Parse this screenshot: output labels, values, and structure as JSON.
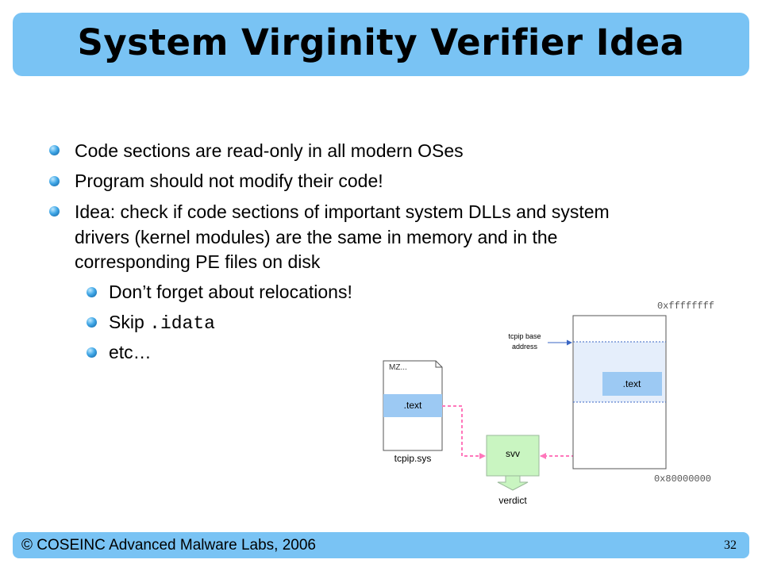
{
  "title": "System Virginity Verifier Idea",
  "bullets": [
    "Code sections are read-only in all modern OSes",
    "Program should not modify their code!",
    "Idea: check if code sections of important system DLLs and system",
    "drivers (kernel modules) are the same in memory and in the",
    "corresponding PE files on disk"
  ],
  "sub_bullets": {
    "relocations": "Don’t forget about relocations!",
    "skip_prefix": "Skip ",
    "skip_code": ".idata",
    "etc": "etc…"
  },
  "diagram": {
    "file_header": "MZ...",
    "file_section": ".text",
    "file_name": "tcpip.sys",
    "svv_label": "svv",
    "verdict_label": "verdict",
    "mem_top_addr": "0xffffffff",
    "mem_bottom_addr": "0x80000000",
    "base_label_line1": "tcpip base",
    "base_label_line2": "address",
    "mem_section": ".text",
    "colors": {
      "section_fill": "#9cc9f3",
      "module_fill": "#e5eefb",
      "svv_fill": "#c9f5c1",
      "arrow": "#ff77bb",
      "guide": "#3a66c4"
    }
  },
  "footer": {
    "copyright": "© COSEINC Advanced Malware Labs, 2006",
    "page_number": "32"
  }
}
